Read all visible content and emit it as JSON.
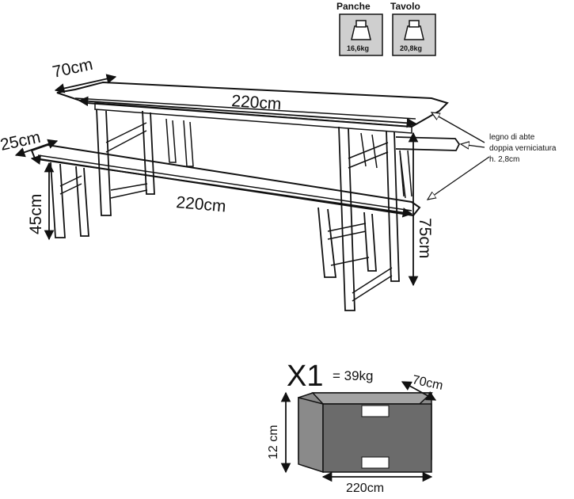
{
  "weights": {
    "benches": {
      "title": "Panche",
      "value": "16,6kg"
    },
    "table": {
      "title": "Tavolo",
      "value": "20,8kg"
    }
  },
  "dimensions": {
    "table_depth": "70cm",
    "table_length": "220cm",
    "bench_depth": "25cm",
    "bench_length": "220cm",
    "bench_height": "45cm",
    "table_height": "75cm"
  },
  "material_note": [
    "legno di abte",
    "doppia verniciatura",
    "h. 2,8cm"
  ],
  "package": {
    "quantity": "X1",
    "weight": "= 39kg",
    "depth": "70cm",
    "height": "12 cm",
    "length": "220cm"
  },
  "colors": {
    "line": "#111111",
    "box_front": "#6b6b6b",
    "box_side": "#8a8a8a",
    "box_top": "#a3a3a3",
    "badge": "#cfcfcf"
  }
}
